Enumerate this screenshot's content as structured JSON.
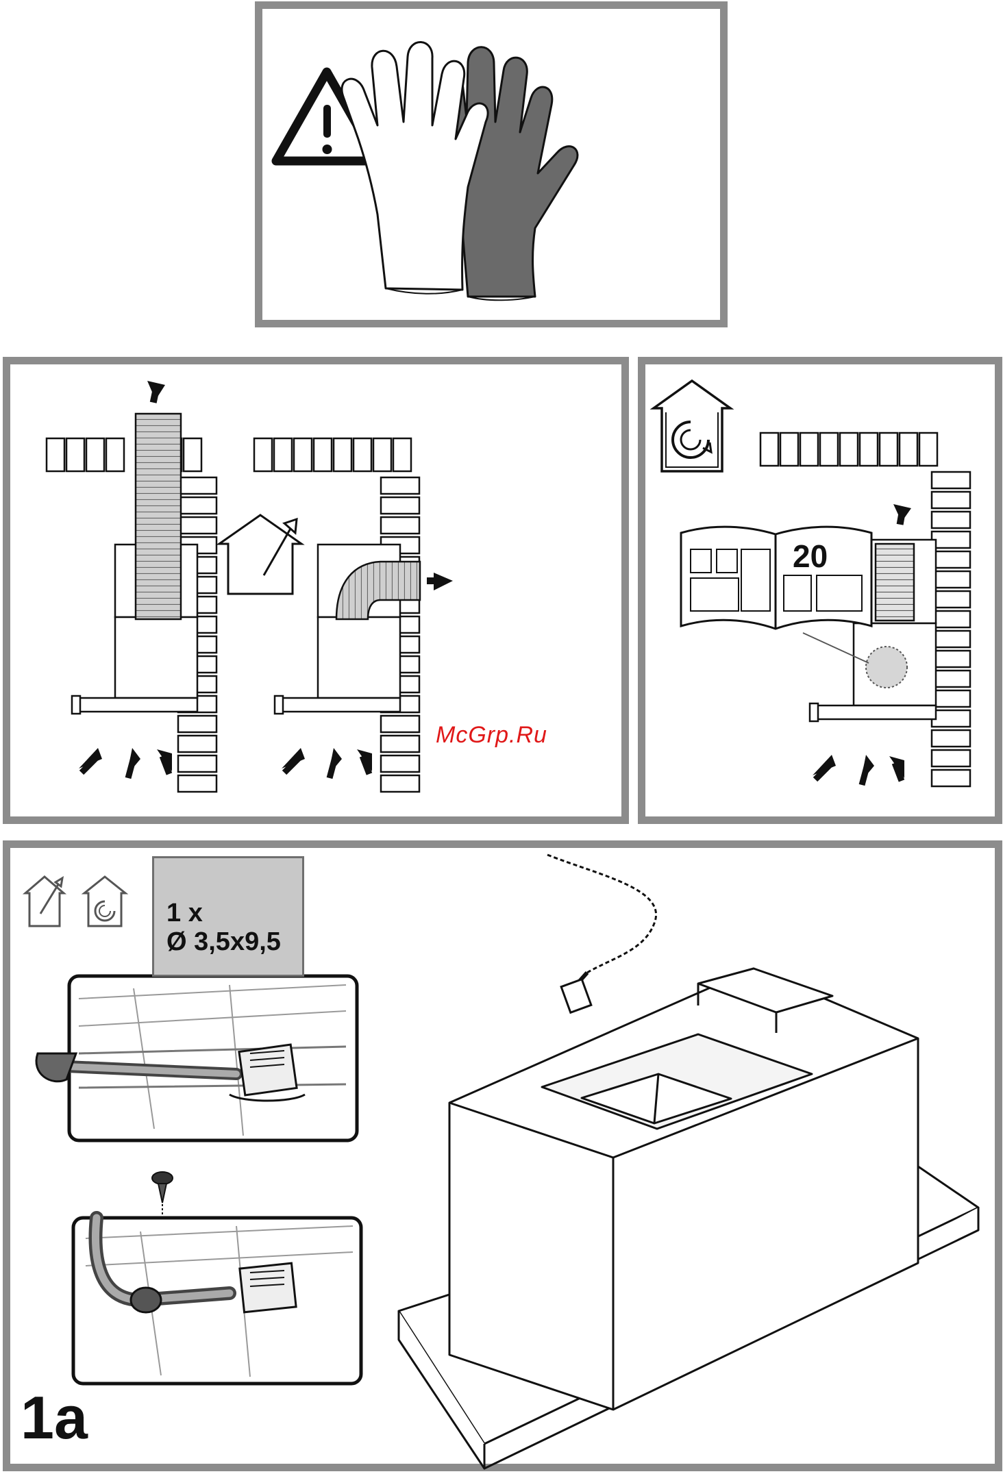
{
  "manual_page": {
    "gloves_panel": {
      "icons": [
        "warning-icon",
        "gloves-icon"
      ]
    },
    "ducted_panel": {
      "icons": [
        "ducted-mode-icon",
        "airflow-arrow-icon",
        "brick-wall-icon"
      ]
    },
    "recirculation_panel": {
      "icons": [
        "recirculation-mode-icon",
        "manual-reference-icon",
        "carbon-filter-icon"
      ],
      "manual_page_number": "20"
    },
    "step_panel": {
      "icons": [
        "ducted-mode-icon",
        "recirculation-mode-icon",
        "screw-icon",
        "connector-icon",
        "hood-unit-icon"
      ],
      "screw_quantity": "1 x",
      "screw_size": "Ø 3,5x9,5",
      "step_label": "1a"
    },
    "watermark": "McGrp.Ru",
    "colors": {
      "frame": "#8c8c8c",
      "label_box": "#c8c8c8",
      "duct": "#c9c9c9",
      "watermark": "#e01818"
    }
  }
}
